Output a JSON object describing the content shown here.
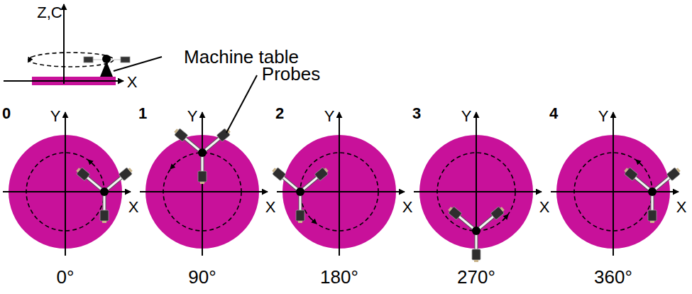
{
  "diagram": {
    "labels": [
      "Z,C",
      "X",
      "Machine table",
      "Probes",
      "0",
      "Y",
      "X",
      "1",
      "Y",
      "X",
      "2",
      "Y",
      "X",
      "3",
      "Y",
      "X",
      "4",
      "Y",
      "X",
      "0°",
      "90°",
      "180°",
      "270°",
      "360°"
    ]
  }
}
